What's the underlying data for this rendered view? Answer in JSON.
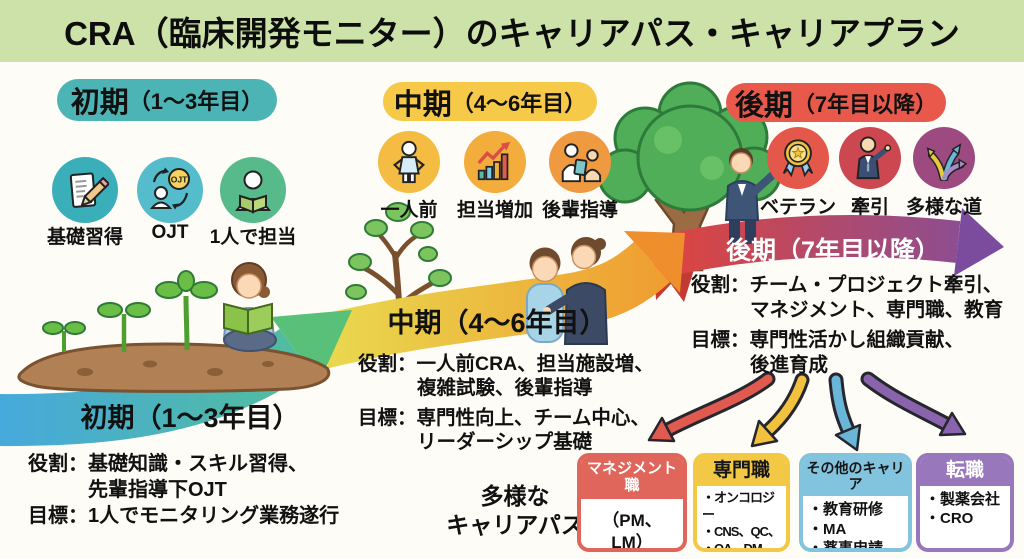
{
  "header": {
    "title": "CRA（臨床開発モニター）のキャリアパス・キャリアプラン"
  },
  "labels": {
    "role": "役割：",
    "goal": "目標："
  },
  "phases": [
    {
      "name": "初期",
      "years": "（1〜3年目）",
      "ribbon_label": "初期（1〜3年目）",
      "icons": [
        {
          "icon": "document-pencil-icon",
          "label": "基礎習得"
        },
        {
          "icon": "ojt-cycle-icon",
          "label": "OJT"
        },
        {
          "icon": "solo-reading-icon",
          "label": "1人で担当"
        }
      ],
      "role_lines": [
        "基礎知識・スキル習得、",
        "先輩指導下OJT"
      ],
      "goal_lines": [
        "1人でモニタリング業務遂行"
      ]
    },
    {
      "name": "中期",
      "years": "（4〜6年目）",
      "ribbon_label": "中期（4〜6年目）",
      "icons": [
        {
          "icon": "independent-person-icon",
          "label": "一人前"
        },
        {
          "icon": "growth-chart-icon",
          "label": "担当増加"
        },
        {
          "icon": "mentoring-icon",
          "label": "後輩指導"
        }
      ],
      "role_lines": [
        "一人前CRA、担当施設増、",
        "複雑試験、後輩指導"
      ],
      "goal_lines": [
        "専門性向上、チーム中心、",
        "リーダーシップ基礎"
      ]
    },
    {
      "name": "後期",
      "years": "（7年目以降）",
      "ribbon_label": "後期（7年目以降）",
      "icons": [
        {
          "icon": "medal-icon",
          "label": "ベテラン"
        },
        {
          "icon": "leader-pointing-icon",
          "label": "牽引"
        },
        {
          "icon": "branching-paths-icon",
          "label": "多様な道"
        }
      ],
      "role_lines": [
        "チーム・プロジェクト牽引、",
        "マネジメント、専門職、教育"
      ],
      "goal_lines": [
        "専門性活かし組織貢献、",
        "後進育成"
      ]
    }
  ],
  "diverse_paths": {
    "line1": "多様な",
    "line2": "キャリアパス"
  },
  "career_boxes": [
    {
      "title": "マネジメント職",
      "items": [
        "（PM、LM）"
      ],
      "color": "#e0655a"
    },
    {
      "title": "専門職",
      "items": [
        "・オンコロジー",
        "・CNS、QC、",
        "・QA、DM"
      ],
      "color": "#f3c844"
    },
    {
      "title": "その他のキャリア",
      "items": [
        "・教育研修",
        "・MA",
        "・薬事申請"
      ],
      "color": "#82c3de"
    },
    {
      "title": "転職",
      "items": [
        "・製薬会社",
        "・CRO"
      ],
      "color": "#9877bd"
    }
  ],
  "colors": {
    "header_bg": "#cde2a9",
    "phase_early_pill": "#4db4b6",
    "phase_mid_pill": "#f6c948",
    "phase_late_pill": "#e8594c",
    "ribbon_early": [
      "#46a9dc",
      "#55c28d"
    ],
    "ribbon_mid": [
      "#e9d84f",
      "#f0992e"
    ],
    "ribbon_late": [
      "#e2443a",
      "#7e4fa0"
    ],
    "fan_arrows": [
      "#e05a50",
      "#f2c13e",
      "#6ab6d8",
      "#8a63ad"
    ]
  }
}
